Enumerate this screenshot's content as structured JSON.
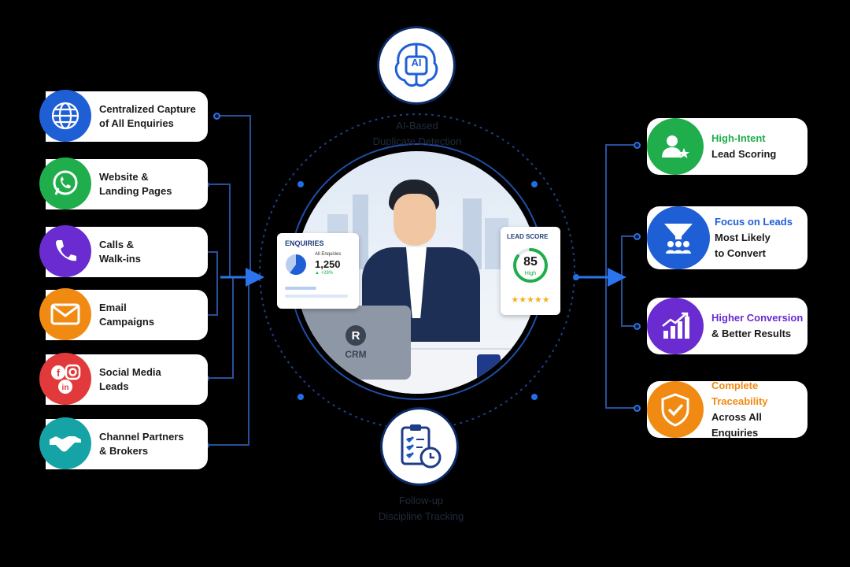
{
  "top_node": {
    "icon": "ai-brain-icon",
    "badge": "AI",
    "label_line1": "AI-Based",
    "label_line2": "Duplicate Detection"
  },
  "bottom_node": {
    "icon": "clipboard-clock-icon",
    "label_line1": "Follow-up",
    "label_line2": "Discipline Tracking"
  },
  "sources": [
    {
      "line1": "Centralized Capture",
      "line2": "of All Enquiries",
      "icon": "globe-icon",
      "color": "#1f5fd6"
    },
    {
      "line1": "Website &",
      "line2": "Landing Pages",
      "icon": "whatsapp-icon",
      "color": "#1fae4b"
    },
    {
      "line1": "Calls &",
      "line2": "Walk-ins",
      "icon": "phone-icon",
      "color": "#6a2bd1"
    },
    {
      "line1": "Email",
      "line2": "Campaigns",
      "icon": "envelope-icon",
      "color": "#f08a12"
    },
    {
      "line1": "Social Media",
      "line2": "Leads",
      "icon": "social-icon",
      "color": "#e23a3a"
    },
    {
      "line1": "Channel Partners",
      "line2": "& Brokers",
      "icon": "handshake-icon",
      "color": "#16a3a6"
    }
  ],
  "outcomes": [
    {
      "line1": "High-Intent",
      "line2": "Lead Scoring",
      "line3": "",
      "icon": "user-star-icon",
      "color": "#1fae4b"
    },
    {
      "line1": "Focus on Leads",
      "line2": "Most Likely",
      "line3": "to Convert",
      "icon": "funnel-icon",
      "color": "#1f5fd6"
    },
    {
      "line1": "Higher Conversion",
      "line2": "& Better Results",
      "line3": "",
      "icon": "growth-chart-icon",
      "color": "#6a2bd1"
    },
    {
      "line1": "Complete Traceability",
      "line2": "Across All Enquiries",
      "line3": "",
      "icon": "shield-check-icon",
      "color": "#f08a12"
    }
  ],
  "enquiries_panel": {
    "title": "ENQUIRIES",
    "caption": "All Enquiries",
    "value": "1,250",
    "change": "▲ +28%",
    "accent": "#1f5fd6"
  },
  "lead_score_panel": {
    "title": "LEAD SCORE",
    "score": "85",
    "rating": "High",
    "stars": "★★★★★",
    "ring_fraction": 0.85
  },
  "laptop": {
    "logo": "R",
    "label": "CRM"
  }
}
